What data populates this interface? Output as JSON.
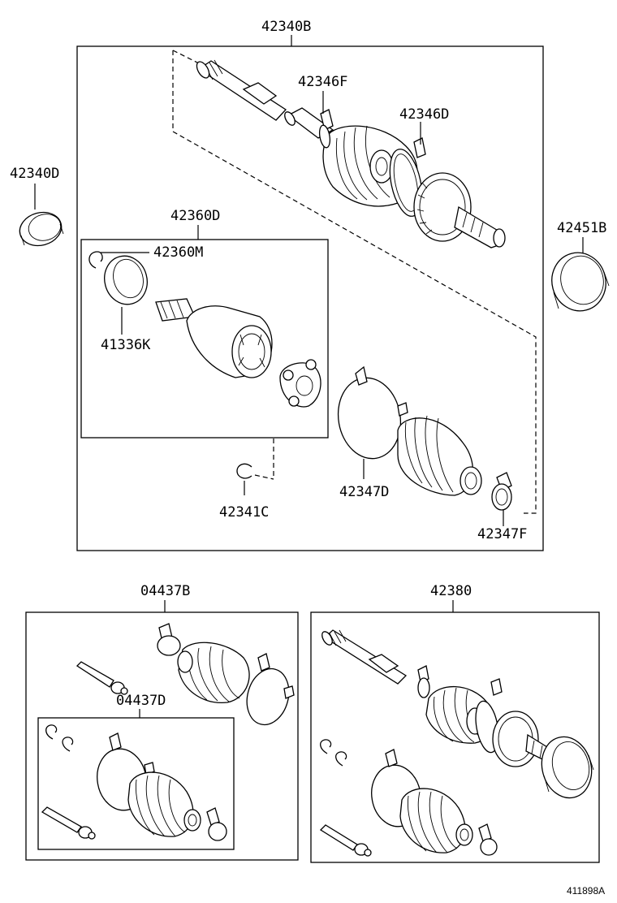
{
  "diagram": {
    "labels": {
      "p42340B": "42340B",
      "p42346F": "42346F",
      "p42346D": "42346D",
      "p42340D": "42340D",
      "p42360D": "42360D",
      "p42451B": "42451B",
      "p42360M": "42360M",
      "p41336K": "41336K",
      "p42341C": "42341C",
      "p42347D": "42347D",
      "p42347F": "42347F",
      "p04437B": "04437B",
      "p04437D": "04437D",
      "p42380": "42380"
    },
    "drawing_code": "411898A"
  }
}
